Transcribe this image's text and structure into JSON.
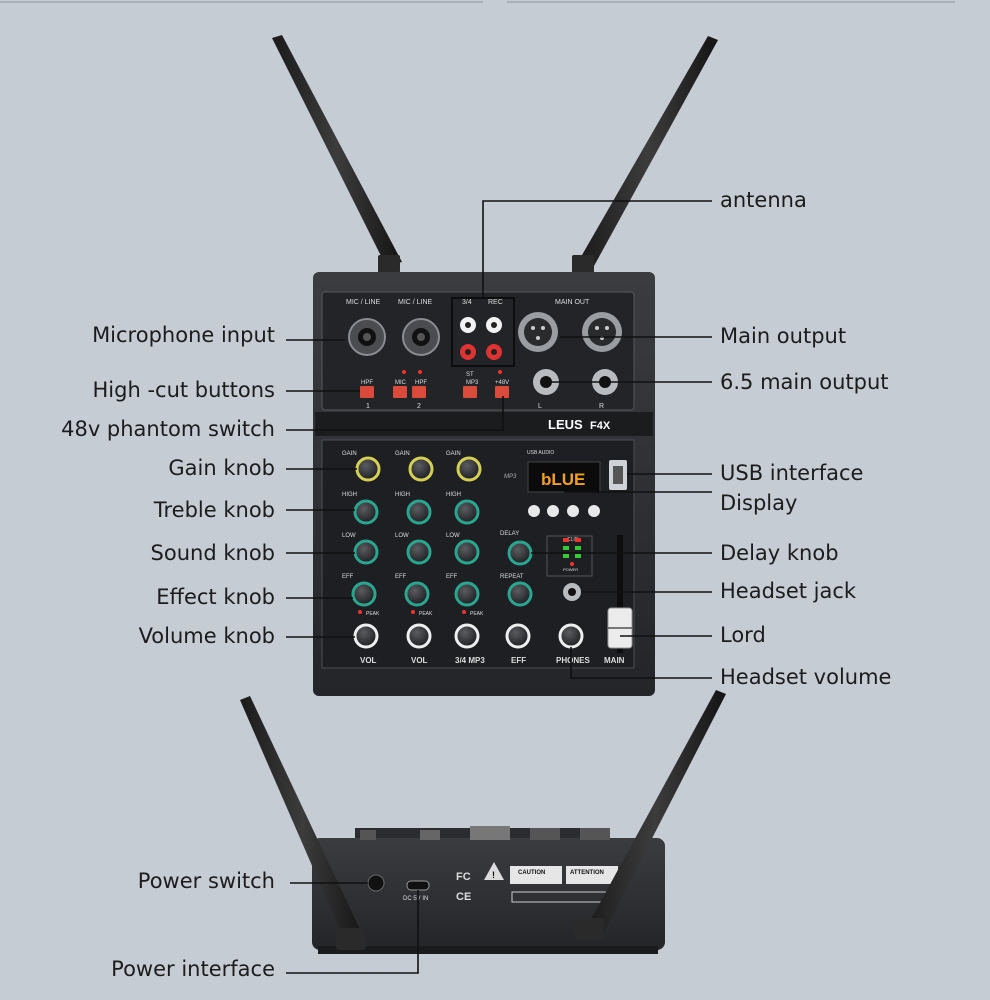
{
  "device": {
    "brand": "LEUS",
    "model": "F4X",
    "display_text": "bLUE",
    "top_labels": {
      "mic_line_1": "MIC / LINE",
      "mic_line_2": "MIC / LINE",
      "ch34": "3/4",
      "rec": "REC",
      "main_out": "MAIN OUT",
      "usb_audio": "USB AUDIO",
      "mp3": "MP3",
      "delay": "DELAY",
      "repeat": "REPEAT",
      "power": "POWER",
      "hpf": "HPF",
      "mic": "MIC",
      "st": "ST",
      "mp3_small": "MP3",
      "p48": "+48V",
      "ch1": "1",
      "ch2": "2",
      "l": "L",
      "r": "R",
      "gain": "GAIN",
      "high": "HIGH",
      "low": "LOW",
      "eff": "EFF",
      "peak": "PEAK",
      "clip": "CLIP"
    },
    "bottom_labels": {
      "vol1": "VOL",
      "vol2": "VOL",
      "ch34mp3": "3/4 MP3",
      "eff": "EFF",
      "phones": "PHONES",
      "main": "MAIN"
    },
    "rear_labels": {
      "fc": "FC",
      "ce": "CE",
      "dc": "DC 5V IN",
      "caution": "CAUTION",
      "attention": "ATTENTION"
    }
  },
  "callouts": {
    "antenna": "antenna",
    "mic_input": "Microphone input",
    "main_output": "Main output",
    "high_cut": "High -cut buttons",
    "main_65": "6.5 main output",
    "phantom": "48v phantom switch",
    "gain": "Gain knob",
    "usb": "USB interface",
    "treble": "Treble knob",
    "display": "Display",
    "sound": "Sound knob",
    "delay": "Delay knob",
    "effect": "Effect knob",
    "headset_jack": "Headset jack",
    "volume": "Volume knob",
    "lord": "Lord",
    "headset_volume": "Headset volume",
    "power_switch": "Power switch",
    "power_interface": "Power interface"
  },
  "colors": {
    "background": "#c5ccd3",
    "body": "#2b2d30",
    "panel": "#1f2124",
    "teal_knob": "#2aa58f",
    "yellow_knob": "#d6cf56",
    "button_red": "#d94a3a",
    "display_orange": "#f0a020"
  }
}
